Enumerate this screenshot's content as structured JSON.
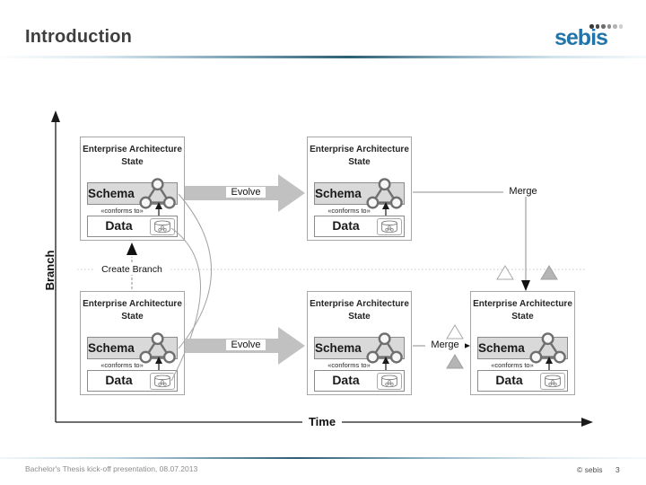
{
  "header": {
    "title": "Introduction",
    "logo_text": "sebis"
  },
  "diagram": {
    "ea_box": {
      "title_line1": "Enterprise Architecture",
      "title_line2": "State",
      "schema_label": "Schema",
      "conforms_label": "«conforms to»",
      "data_label": "Data"
    },
    "labels": {
      "evolve": "Evolve",
      "merge": "Merge",
      "create_branch": "Create Branch"
    },
    "axes": {
      "x_label": "Time",
      "y_label": "Branch"
    }
  },
  "footer": {
    "left": "Bachelor's Thesis kick-off presentation, 08.07.2013",
    "copyright": "© sebis",
    "page_number": "3"
  },
  "colors": {
    "sebis_blue": "#2274a9",
    "accent_dark": "#2d5f75",
    "title_text": "#3f3f3f",
    "schema_fill": "#d9d9d9",
    "evolve_arrow": "#c1c1c1",
    "box_border": "#a6a6a6",
    "inner_border": "#8c8c8c",
    "footer_text": "#8c8c8c"
  }
}
